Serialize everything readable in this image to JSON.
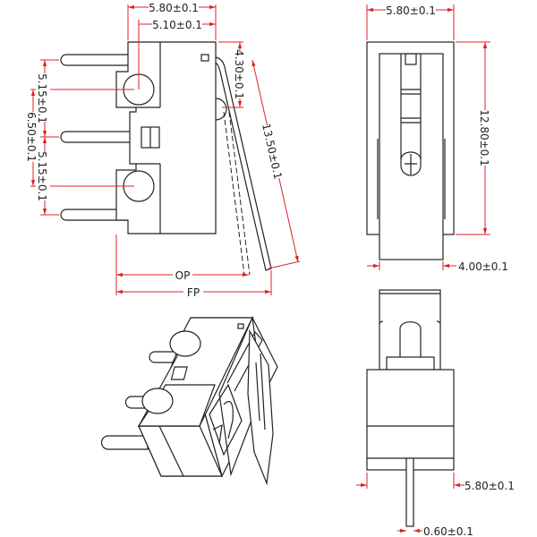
{
  "side_view": {
    "dim_width": "5.80±0.1",
    "dim_pin_offset": "5.10±0.1",
    "dim_lever_height": "4.30±0.1",
    "dim_lever_length": "13.50±0.1",
    "dim_pitch_top": "5.15±0.1",
    "dim_pitch_total": "6.50±0.1",
    "dim_pitch_bottom": "5.15±0.1",
    "label_op": "OP",
    "label_fp": "FP"
  },
  "top_view": {
    "dim_width": "5.80±0.1",
    "dim_length": "12.80±0.1",
    "dim_lever_width": "4.00±0.1"
  },
  "end_view": {
    "dim_width": "5.80±0.1",
    "dim_pin_width": "0.60±0.1"
  },
  "colors": {
    "dimension": "#e0202a",
    "outline": "#222222"
  }
}
